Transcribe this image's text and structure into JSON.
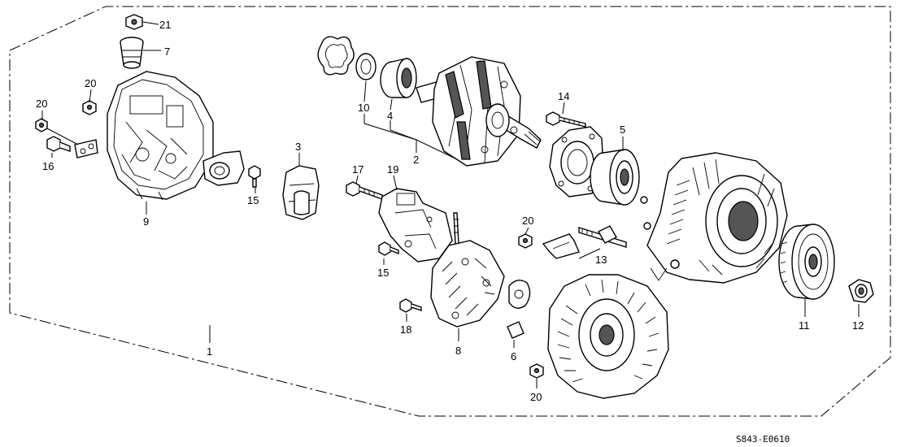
{
  "diagram": {
    "diagram_code": "S843-E0610",
    "callouts": [
      {
        "id": "c1",
        "text": "1"
      },
      {
        "id": "c2",
        "text": "2"
      },
      {
        "id": "c3",
        "text": "3"
      },
      {
        "id": "c4",
        "text": "4"
      },
      {
        "id": "c5",
        "text": "5"
      },
      {
        "id": "c6",
        "text": "6"
      },
      {
        "id": "c7",
        "text": "7"
      },
      {
        "id": "c8",
        "text": "8"
      },
      {
        "id": "c9",
        "text": "9"
      },
      {
        "id": "c10",
        "text": "10"
      },
      {
        "id": "c11",
        "text": "11"
      },
      {
        "id": "c12",
        "text": "12"
      },
      {
        "id": "c13",
        "text": "13"
      },
      {
        "id": "c14",
        "text": "14"
      },
      {
        "id": "c15a",
        "text": "15"
      },
      {
        "id": "c15b",
        "text": "15"
      },
      {
        "id": "c16",
        "text": "16"
      },
      {
        "id": "c17",
        "text": "17"
      },
      {
        "id": "c18",
        "text": "18"
      },
      {
        "id": "c19",
        "text": "19"
      },
      {
        "id": "c20a",
        "text": "20"
      },
      {
        "id": "c20b",
        "text": "20"
      },
      {
        "id": "c20c",
        "text": "20"
      },
      {
        "id": "c20d",
        "text": "20"
      },
      {
        "id": "c21",
        "text": "21"
      }
    ]
  }
}
